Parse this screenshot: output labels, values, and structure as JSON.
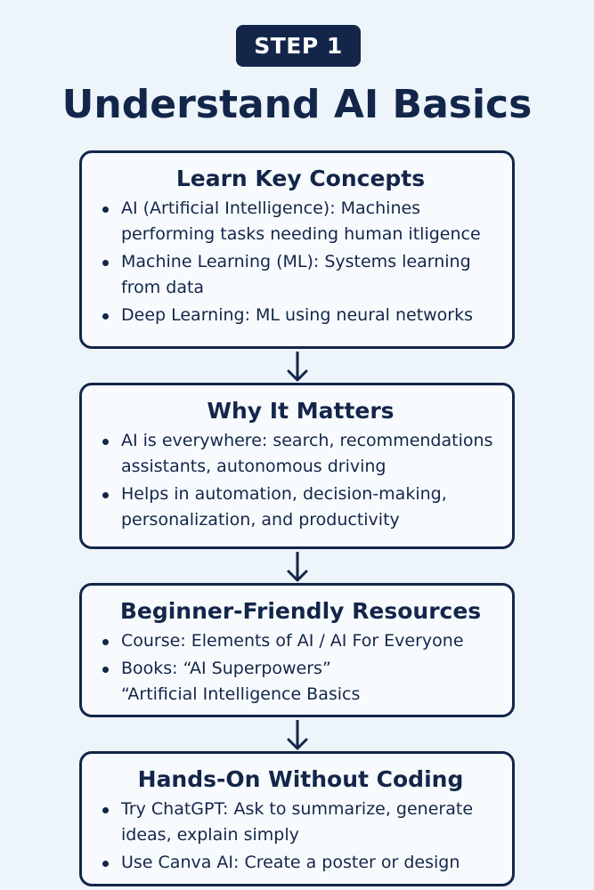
{
  "header": {
    "step_label": "STEP 1",
    "title": "Understand AI Basics"
  },
  "cards": [
    {
      "title": "Learn Key Concepts",
      "items": [
        {
          "lines": [
            "AI (Artificial Intelligence): Machines",
            "performing tasks needing human itligence"
          ]
        },
        {
          "lines": [
            "Machine Learning (ML): Systems learning",
            "from data"
          ]
        },
        {
          "lines": [
            "Deep Learning: ML using neural networks"
          ]
        }
      ]
    },
    {
      "title": "Why It Matters",
      "items": [
        {
          "lines": [
            "AI is everywhere: search, recommendations",
            "assistants, autonomous driving"
          ]
        },
        {
          "lines": [
            "Helps in automation, decision-making,",
            "personalization, and productivity"
          ]
        }
      ]
    },
    {
      "title": "Beginner-Friendly Resources",
      "items": [
        {
          "lines": [
            "Course: Elements of AI / AI For Everyone"
          ]
        },
        {
          "lines": [
            "Books: “AI Superpowers”",
            "“Artificial Intelligence Basics"
          ]
        }
      ]
    },
    {
      "title": "Hands-On Without Coding",
      "items": [
        {
          "lines": [
            "Try ChatGPT: Ask to summarize, generate",
            "ideas, explain simply"
          ]
        },
        {
          "lines": [
            "Use Canva AI: Create a poster or design"
          ]
        }
      ]
    }
  ],
  "colors": {
    "background": "#edf4fa",
    "navy": "#13264a",
    "card_fill": "#f8fbfe"
  },
  "icons": {
    "connector": "arrow-down-icon",
    "bullet": "bullet-dot"
  }
}
